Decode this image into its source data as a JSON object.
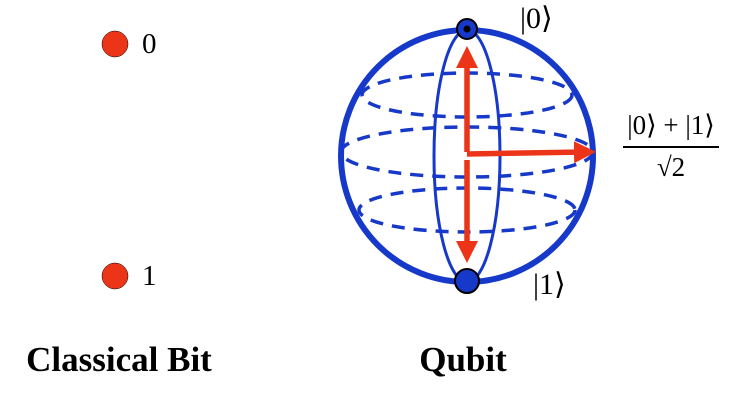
{
  "colors": {
    "red": "#ec3418",
    "blue": "#1739c9",
    "dark": "#000000"
  },
  "classical_bit": {
    "dot0_label": "0",
    "dot1_label": "1",
    "caption": "Classical Bit"
  },
  "qubit": {
    "caption": "Qubit",
    "ket0_label": "|0⟩",
    "ket1_label": "|1⟩",
    "superposition": {
      "numerator": "|0⟩ + |1⟩",
      "denominator": "√2"
    }
  }
}
